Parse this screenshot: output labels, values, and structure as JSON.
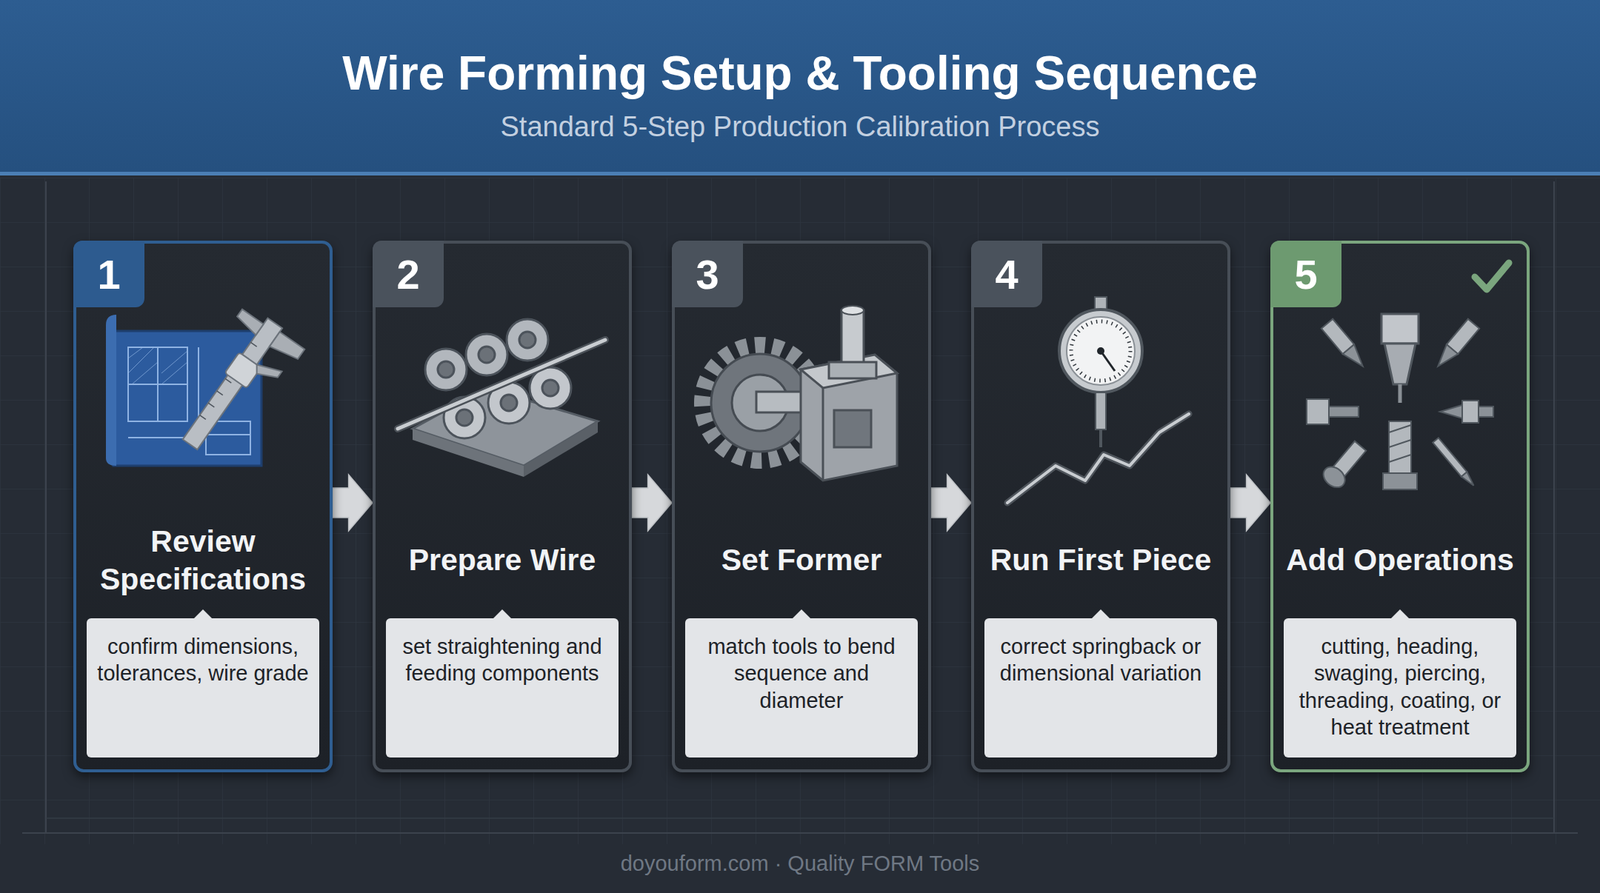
{
  "diagram": {
    "title": "Wire Forming Setup & Tooling Sequence",
    "caption": "Standard 5-Step Production Calibration Process",
    "nodes": [
      {
        "text": [
          "Review Specifications"
        ]
      },
      {
        "text": [
          "1"
        ],
        "in": 0
      },
      {
        "text": [
          "confirm dimensions, tolerances, wire grade"
        ],
        "in": 0
      },
      {
        "text": [
          "Prepare Wire"
        ]
      },
      {
        "text": [
          "2"
        ],
        "in": 3
      },
      {
        "text": [
          "set straightening and feeding components"
        ],
        "in": 3
      },
      {
        "text": [
          "Set Former"
        ]
      },
      {
        "text": [
          "3"
        ],
        "in": 6
      },
      {
        "text": [
          "match tools to bend sequence and diameter"
        ],
        "in": 6
      },
      {
        "text": [
          "Run First Piece"
        ]
      },
      {
        "text": [
          "4"
        ],
        "in": 9
      },
      {
        "text": [
          "correct springback or dimensional variation"
        ],
        "in": 9
      },
      {
        "text": [
          "Add Operations"
        ]
      },
      {
        "text": [
          "5"
        ],
        "in": 12
      },
      {
        "text": [
          "cutting, heading, swaging, piercing, threading, coating, or heat treatment"
        ],
        "in": 12
      }
    ],
    "edges": [
      {
        "from": 0,
        "to": 3,
        "arrow": "to"
      },
      {
        "from": 3,
        "to": 6,
        "arrow": "to"
      },
      {
        "from": 6,
        "to": 9,
        "arrow": "to"
      },
      {
        "from": 9,
        "to": 12,
        "arrow": "to"
      }
    ],
    "labels": [
      "doyouform.com · Quality FORM Tools"
    ]
  }
}
